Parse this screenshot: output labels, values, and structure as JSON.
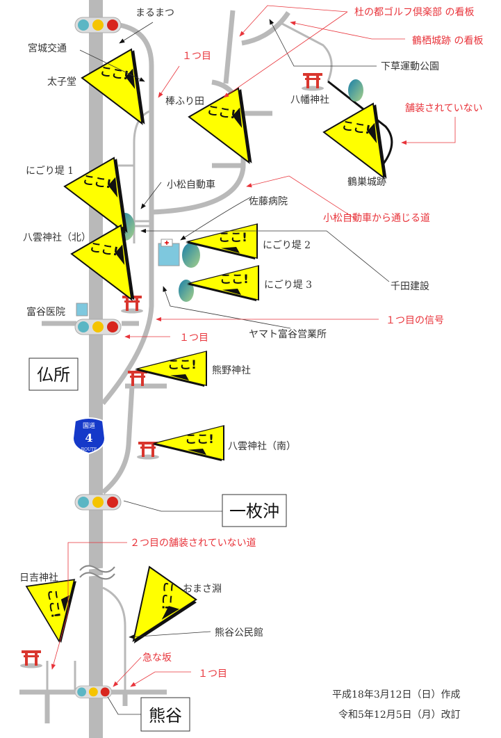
{
  "pennant_text": "ここ!",
  "route_sign": {
    "top": "国道",
    "number": "4",
    "bottom": "ROUTE"
  },
  "intersections": {
    "hotokedokoro": "仏所",
    "ichimaioki": "一枚沖",
    "kumagai": "熊谷"
  },
  "labels": {
    "marumatsu": "まるまつ",
    "miyagi_kotsu": "宮城交通",
    "taishido": "太子堂",
    "bofurida": "棒ふり田",
    "nigoritsutsumi1": "にごり堤 1",
    "komatsu_jidosha": "小松自動車",
    "yakumo_kita": "八雲神社（北）",
    "sato_byoin": "佐藤病院",
    "nigoritsutsumi2": "にごり堤 2",
    "nigoritsutsumi3": "にごり堤 3",
    "senda_kensetsu": "千田建設",
    "tomiya_iin": "富谷医院",
    "yamato": "ヤマト富谷営業所",
    "kumano": "熊野神社",
    "yakumo_minami": "八雲神社（南）",
    "hiyoshi": "日吉神社",
    "omasafuchi": "おまさ淵",
    "kumagai_kominkan": "熊谷公民館",
    "shimokusa": "下草運動公園",
    "hachiman": "八幡神社",
    "tsurusu": "鶴巣城跡"
  },
  "annotations": {
    "first_top": "１つ目",
    "golf_sign": "杜の都ゴルフ倶楽部 の看板",
    "tsurusu_sign": "鶴栖城跡 の看板",
    "unpaved": "舗装されていない",
    "komatsu_road": "小松自動車から通じる道",
    "first_signal": "１つ目の信号",
    "first_mid": "１つ目",
    "second_unpaved": "２つ目の舗装されていない道",
    "steep": "急な坂",
    "first_bottom": "１つ目"
  },
  "footer": {
    "created": "平成18年3月12日（日）作成",
    "revised": "令和5年12月5日（月）改訂"
  },
  "colors": {
    "road": "#b9b9b9",
    "pennant": "#ffff00",
    "annotation": "#e8333a",
    "torii": "#d9362e"
  }
}
